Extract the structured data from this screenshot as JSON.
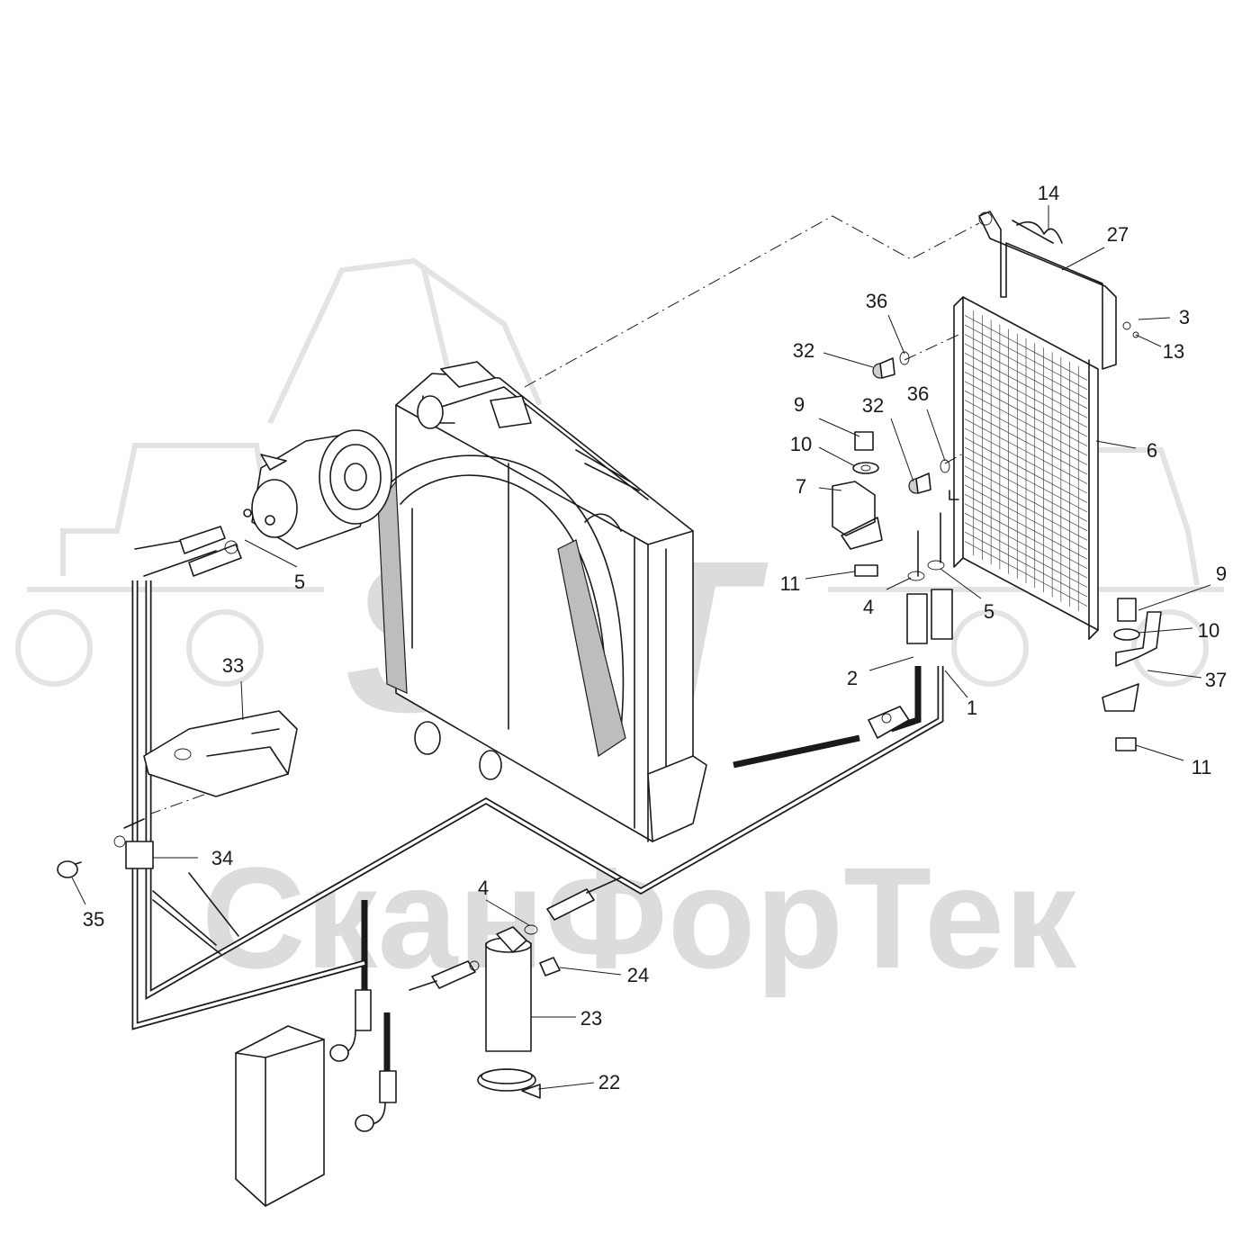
{
  "watermark": {
    "logo_text": "SFT",
    "company_text": "СканФорТек",
    "background_icon": "excavator-loader-icon"
  },
  "callouts": [
    {
      "id": "c14",
      "label": "14"
    },
    {
      "id": "c27",
      "label": "27"
    },
    {
      "id": "c3",
      "label": "3"
    },
    {
      "id": "c13",
      "label": "13"
    },
    {
      "id": "c36a",
      "label": "36"
    },
    {
      "id": "c32a",
      "label": "32"
    },
    {
      "id": "c9a",
      "label": "9"
    },
    {
      "id": "c32b",
      "label": "32"
    },
    {
      "id": "c36b",
      "label": "36"
    },
    {
      "id": "c6",
      "label": "6"
    },
    {
      "id": "c10a",
      "label": "10"
    },
    {
      "id": "c7",
      "label": "7"
    },
    {
      "id": "c11a",
      "label": "11"
    },
    {
      "id": "c4a",
      "label": "4"
    },
    {
      "id": "c5b",
      "label": "5"
    },
    {
      "id": "c2",
      "label": "2"
    },
    {
      "id": "c1",
      "label": "1"
    },
    {
      "id": "c9b",
      "label": "9"
    },
    {
      "id": "c10b",
      "label": "10"
    },
    {
      "id": "c37",
      "label": "37"
    },
    {
      "id": "c11b",
      "label": "11"
    },
    {
      "id": "c5a",
      "label": "5"
    },
    {
      "id": "c33",
      "label": "33"
    },
    {
      "id": "c34",
      "label": "34"
    },
    {
      "id": "c35",
      "label": "35"
    },
    {
      "id": "c4b",
      "label": "4"
    },
    {
      "id": "c24",
      "label": "24"
    },
    {
      "id": "c23",
      "label": "23"
    },
    {
      "id": "c22",
      "label": "22"
    }
  ]
}
